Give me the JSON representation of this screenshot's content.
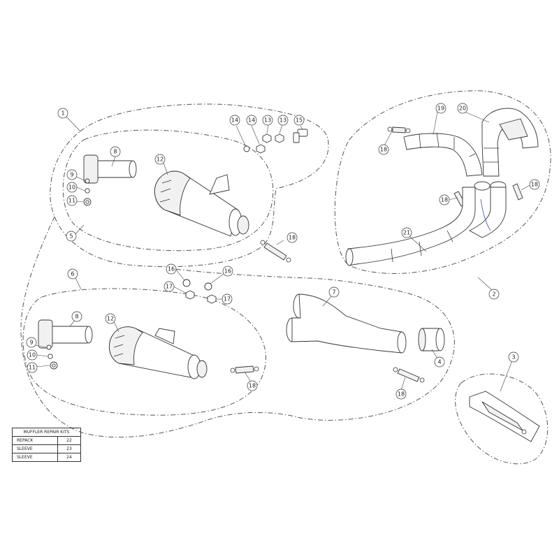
{
  "callouts": {
    "c1": "1",
    "c2": "2",
    "c3": "3",
    "c4": "4",
    "c5": "5",
    "c6": "6",
    "c7": "7",
    "c8a": "8",
    "c8b": "8",
    "c9a": "9",
    "c9b": "9",
    "c10a": "10",
    "c10b": "10",
    "c11a": "11",
    "c11b": "11",
    "c12a": "12",
    "c12b": "12",
    "c13a": "13",
    "c13b": "13",
    "c14a": "14",
    "c14b": "14",
    "c15": "15",
    "c16a": "16",
    "c16b": "16",
    "c17a": "17",
    "c17b": "17",
    "c18a": "18",
    "c18b": "18",
    "c18c": "18",
    "c18d": "18",
    "c18e": "18",
    "c18f": "18",
    "c19": "19",
    "c20": "20",
    "c21": "21"
  },
  "repair_kits": {
    "title": "MUFFLER REPAIR KITS",
    "rows": [
      {
        "label": "REPACK",
        "number": "22"
      },
      {
        "label": "SLEEVE",
        "number": "23"
      },
      {
        "label": "SLEEVE",
        "number": "24"
      }
    ]
  }
}
